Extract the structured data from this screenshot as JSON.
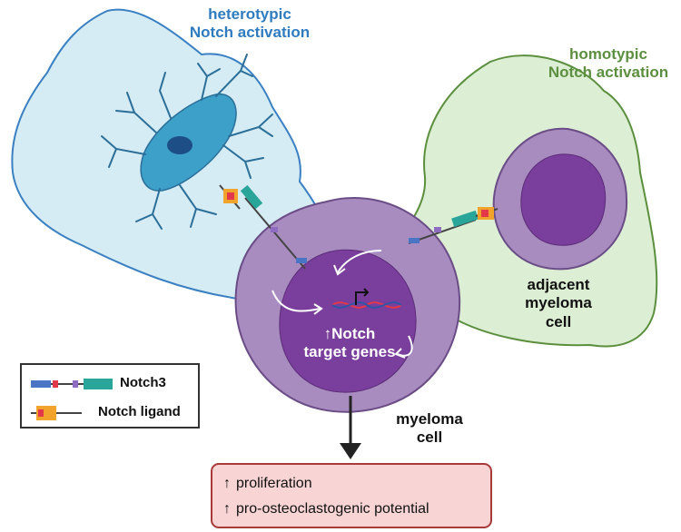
{
  "labels": {
    "heterotypic": "heterotypic\nNotch activation",
    "homotypic": "homotypic\nNotch activation",
    "adjacent": "adjacent\nmyeloma\ncell",
    "myeloma": "myeloma\ncell",
    "notch_targets": "↑Notch\ntarget genes"
  },
  "legend": {
    "notch3": "Notch3",
    "ligand": "Notch ligand"
  },
  "outcomes": {
    "arrow_glyph": "↑",
    "items": [
      "proliferation",
      "pro-osteoclastogenic potential"
    ]
  },
  "colors": {
    "hetero_region": "#d5ecf4",
    "hetero_border": "#3a80c2",
    "homo_region": "#dceed4",
    "homo_border": "#5b8f3d",
    "cell_outer": "#a98cbf",
    "cell_nucleus": "#7a3f9c",
    "notch3_teal": "#2aa59a",
    "ligand_orange": "#f2a32c",
    "outcome_bg": "#f8d4d4",
    "outcome_border": "#a83a3a"
  }
}
